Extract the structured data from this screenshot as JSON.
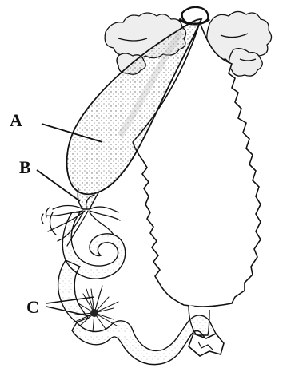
{
  "diagram": {
    "labels": {
      "a": "A",
      "b": "B",
      "c": "C"
    }
  }
}
